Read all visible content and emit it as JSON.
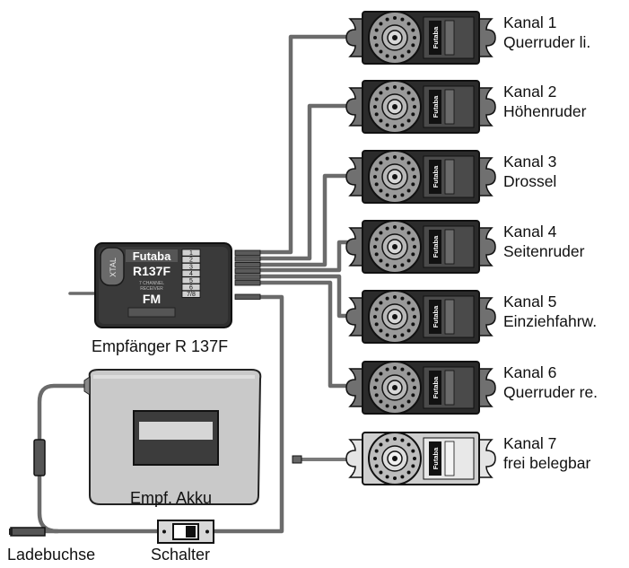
{
  "colors": {
    "cable": "#6b6b6b",
    "body": "#2a2a2a",
    "body_light": "#5c5c5c",
    "horn": "#9a9a9a",
    "free_servo": "#c8c8c8",
    "battery": "#c9c9c9",
    "text": "#111111"
  },
  "receiver": {
    "caption": "Empfänger R 137F",
    "crystal": "XTAL",
    "brand": "Futaba",
    "model": "R137F",
    "line1": "7 CHANNEL",
    "line2": "RECEIVER",
    "band": "FM",
    "ports": [
      "1",
      "2",
      "3",
      "4",
      "5",
      "6",
      "7/8"
    ]
  },
  "servo_brand": "Futaba",
  "servos": [
    {
      "channel": "Kanal 1",
      "function": "Querruder li."
    },
    {
      "channel": "Kanal 2",
      "function": "Höhenruder"
    },
    {
      "channel": "Kanal 3",
      "function": "Drossel"
    },
    {
      "channel": "Kanal 4",
      "function": "Seitenruder"
    },
    {
      "channel": "Kanal 5",
      "function": "Einziehfahrw."
    },
    {
      "channel": "Kanal 6",
      "function": "Querruder re."
    },
    {
      "channel": "Kanal 7",
      "function": "frei belegbar"
    }
  ],
  "battery": {
    "caption": "Empf. Akku"
  },
  "charge_socket": {
    "caption": "Ladebuchse"
  },
  "switch": {
    "caption": "Schalter"
  }
}
